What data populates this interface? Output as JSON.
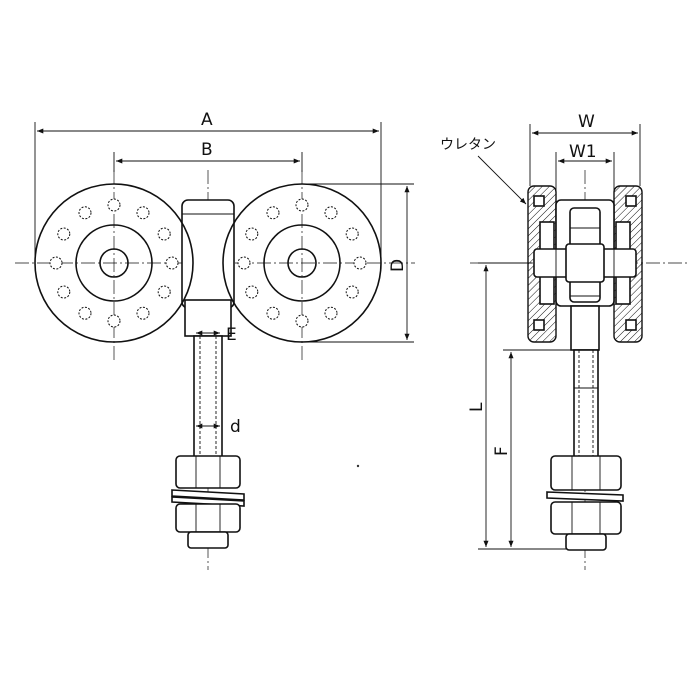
{
  "labels": {
    "A": "A",
    "B": "B",
    "D": "D",
    "E": "E",
    "d": "d",
    "W": "W",
    "W1": "W1",
    "L": "L",
    "F": "F",
    "urethane": "ウレタン"
  }
}
